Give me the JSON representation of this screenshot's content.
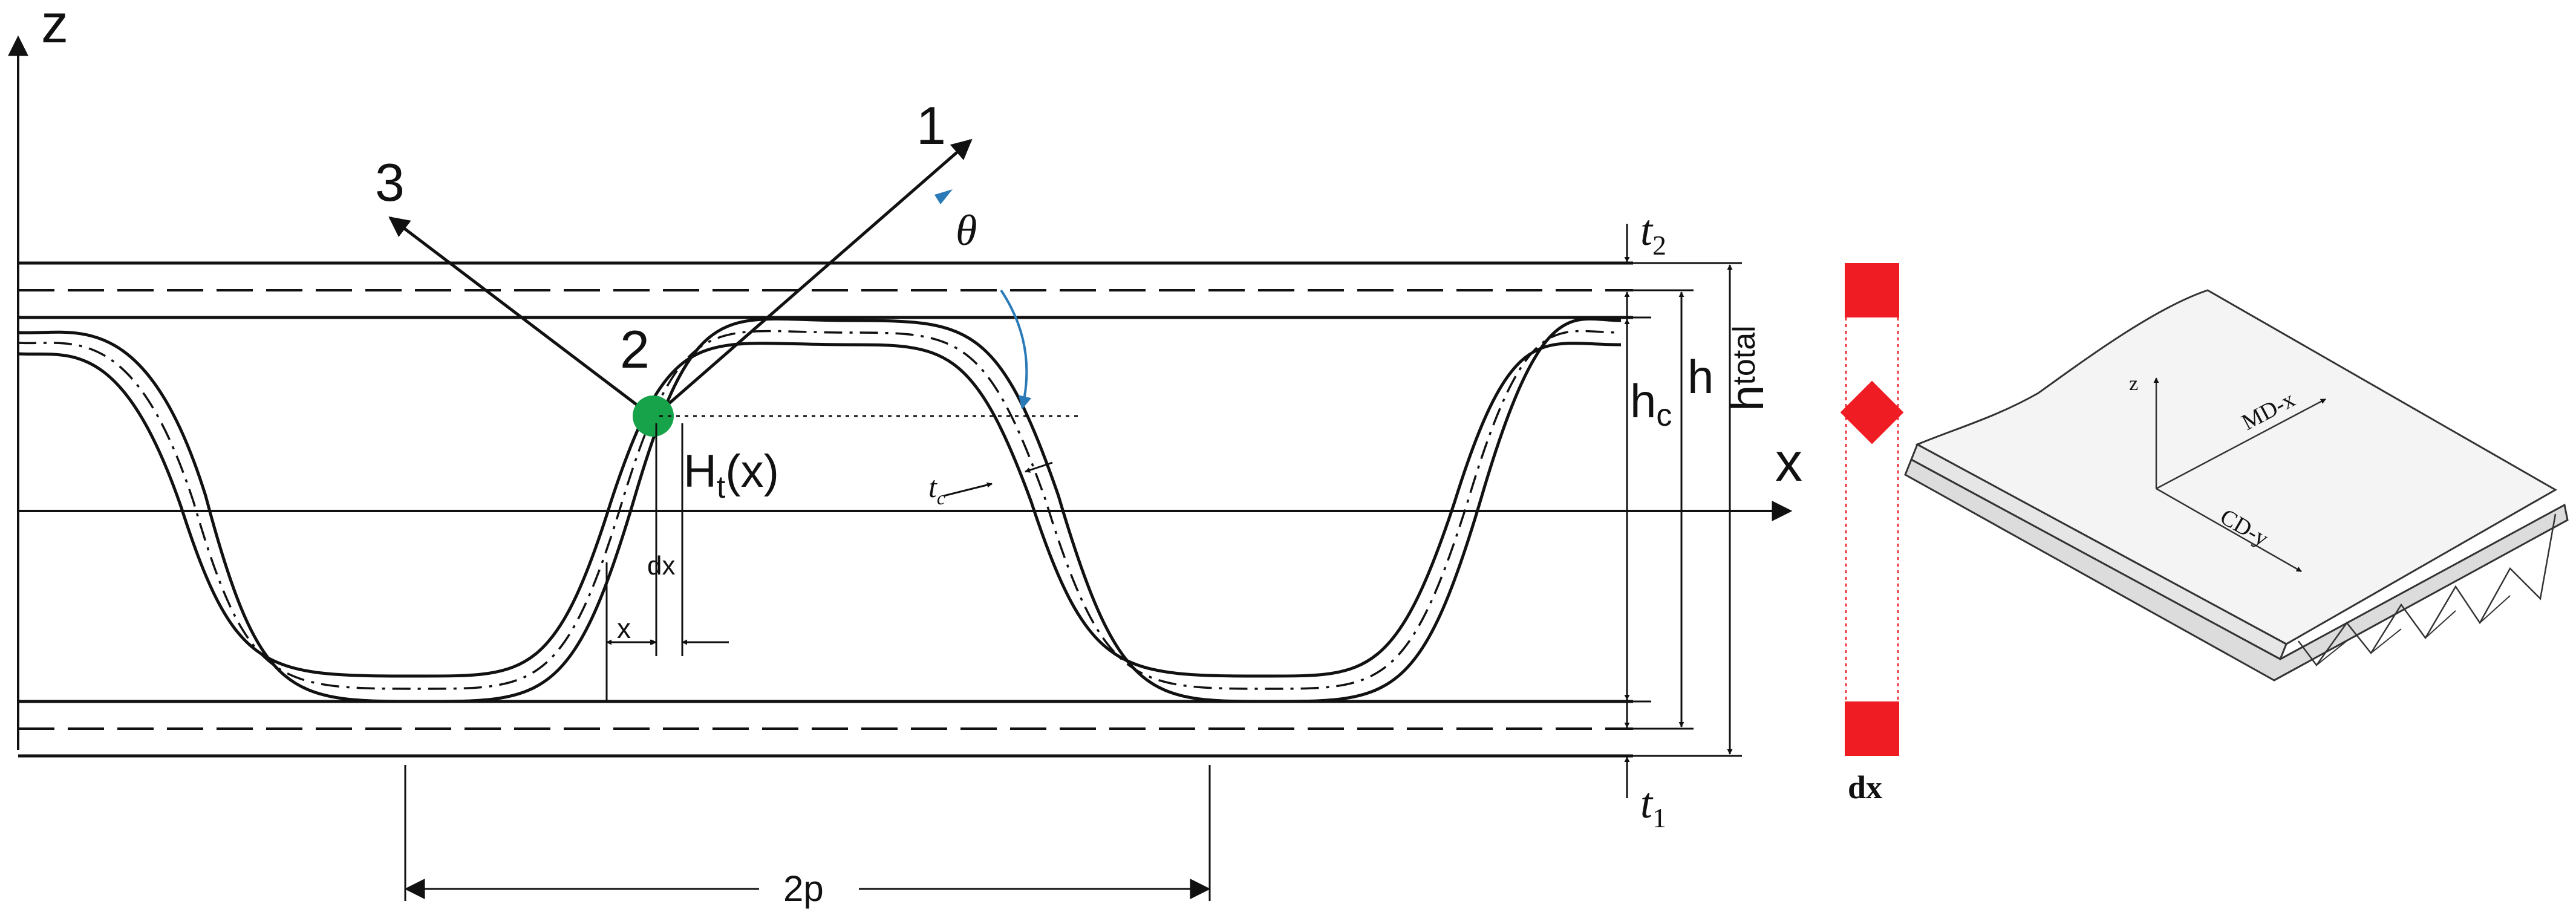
{
  "labels": {
    "z_axis": "z",
    "x_axis": "x",
    "dir_1": "1",
    "dir_2": "2",
    "dir_3": "3",
    "theta": "θ",
    "t2_main": "t",
    "t2_sub": "2",
    "t1_main": "t",
    "t1_sub": "1",
    "tc_main": "t",
    "tc_sub": "c",
    "hc_main": "h",
    "hc_sub": "c",
    "h": "h",
    "htotal_main": "h",
    "htotal_sub": "total",
    "Ht_main": "H",
    "Ht_sub": "t",
    "Ht_arg": "(x)",
    "dx_small": "dx",
    "x_small": "x",
    "two_p": "2p",
    "dx_element": "dx",
    "z_3d": "z",
    "md_x": "MD-x",
    "cd_y": "CD-y"
  },
  "colors": {
    "point": "#16a34a",
    "element": "#ef1c24",
    "theta_arc": "#2a7ab8",
    "line": "#111111"
  }
}
